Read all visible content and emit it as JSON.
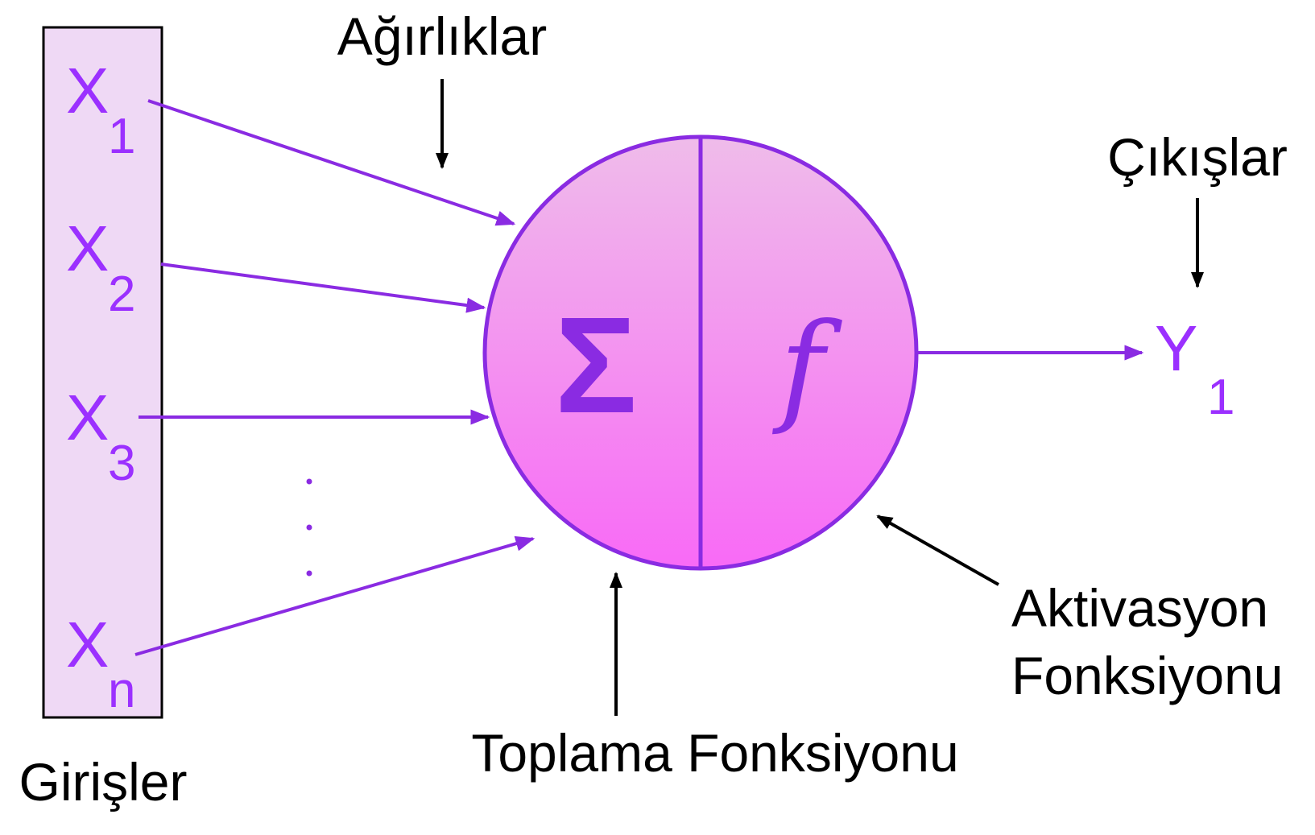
{
  "labels": {
    "weights": "Ağırlıklar",
    "outputs": "Çıkışlar",
    "inputs": "Girişler",
    "summation_function": "Toplama Fonksiyonu",
    "activation_line1": "Aktivasyon",
    "activation_line2": "Fonksiyonu"
  },
  "inputs": [
    {
      "var": "X",
      "sub": "1"
    },
    {
      "var": "X",
      "sub": "2"
    },
    {
      "var": "X",
      "sub": "3"
    },
    {
      "var": "X",
      "sub": "n"
    }
  ],
  "ellipsis": ".\n.\n.",
  "neuron": {
    "summation_symbol": "Σ",
    "activation_symbol": "f"
  },
  "output": {
    "var": "Y",
    "sub": "1"
  },
  "colors": {
    "purple": "#8a2be2",
    "input_box_fill": "#efd9f5",
    "neuron_top": "#efb8ea",
    "neuron_bottom": "#f76cf6",
    "label": "#000000"
  }
}
